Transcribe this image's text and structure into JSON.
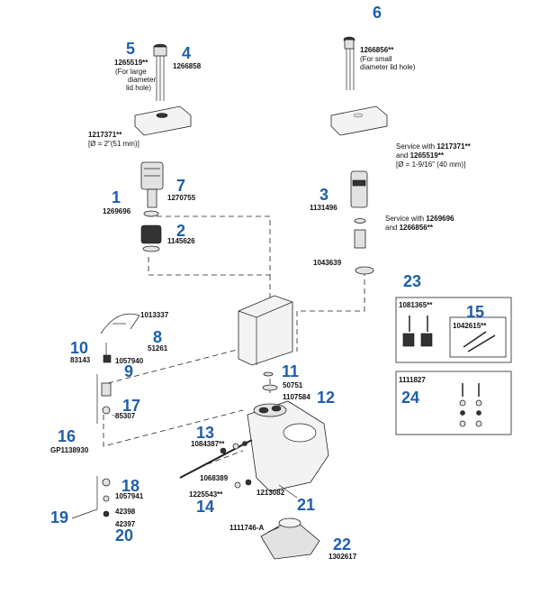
{
  "parts": {
    "p1": {
      "num": "1",
      "code": "1269696"
    },
    "p2": {
      "num": "2",
      "code": "1145626"
    },
    "p3": {
      "num": "3",
      "code": "1131496"
    },
    "p4": {
      "num": "4",
      "code": "1266858"
    },
    "p5": {
      "num": "5",
      "code": "1265519**",
      "note": [
        "(For large",
        "diameter",
        "lid hole)"
      ]
    },
    "p6": {
      "num": "6",
      "code": "1266856**",
      "note": [
        "(For small",
        "diameter lid hole)"
      ]
    },
    "p7": {
      "num": "7",
      "code": "1270755"
    },
    "p8": {
      "num": "8",
      "code": "51261"
    },
    "p9": {
      "num": "9",
      "code": "1057940"
    },
    "p10": {
      "num": "10",
      "code": "83143"
    },
    "p11": {
      "num": "11",
      "code": "50751"
    },
    "p12": {
      "num": "12",
      "code": "1107584"
    },
    "p13": {
      "num": "13",
      "code": "1084387**"
    },
    "p14": {
      "num": "14",
      "code": "1225543**"
    },
    "p15": {
      "num": "15",
      "code": "1042615**"
    },
    "p16": {
      "num": "16",
      "code": "GP1138930"
    },
    "p17": {
      "num": "17",
      "code": "85307"
    },
    "p18": {
      "num": "18",
      "code": "1057941"
    },
    "p19": {
      "num": "19"
    },
    "p20": {
      "num": "20",
      "code": "42397"
    },
    "p21": {
      "num": "21",
      "code": "1213082"
    },
    "p22": {
      "num": "22",
      "code": "1302617"
    },
    "p23": {
      "num": "23",
      "code": "1081365**"
    },
    "p24": {
      "num": "24",
      "code": "1111827"
    }
  },
  "extra_codes": {
    "lid": "1217371**",
    "lid_dim": "[Ø = 2\"(51 mm)]",
    "seal_left": "1043639",
    "supply_tube": "1013337",
    "washer_42398": "42398",
    "bolt_1068389": "1068389",
    "flange_1111746": "1111746-A"
  },
  "service_notes": {
    "lid_right": {
      "line1_pre": "Service with ",
      "line1_b": "1217371**",
      "line2_pre": "and ",
      "line2_b": "1265519**",
      "line3": "[Ø = 1-9/16\" (40 mm)]"
    },
    "valve_right": {
      "line1_pre": "Service with ",
      "line1_b": "1269696",
      "line2_pre": "and ",
      "line2_b": "1266856**"
    }
  }
}
